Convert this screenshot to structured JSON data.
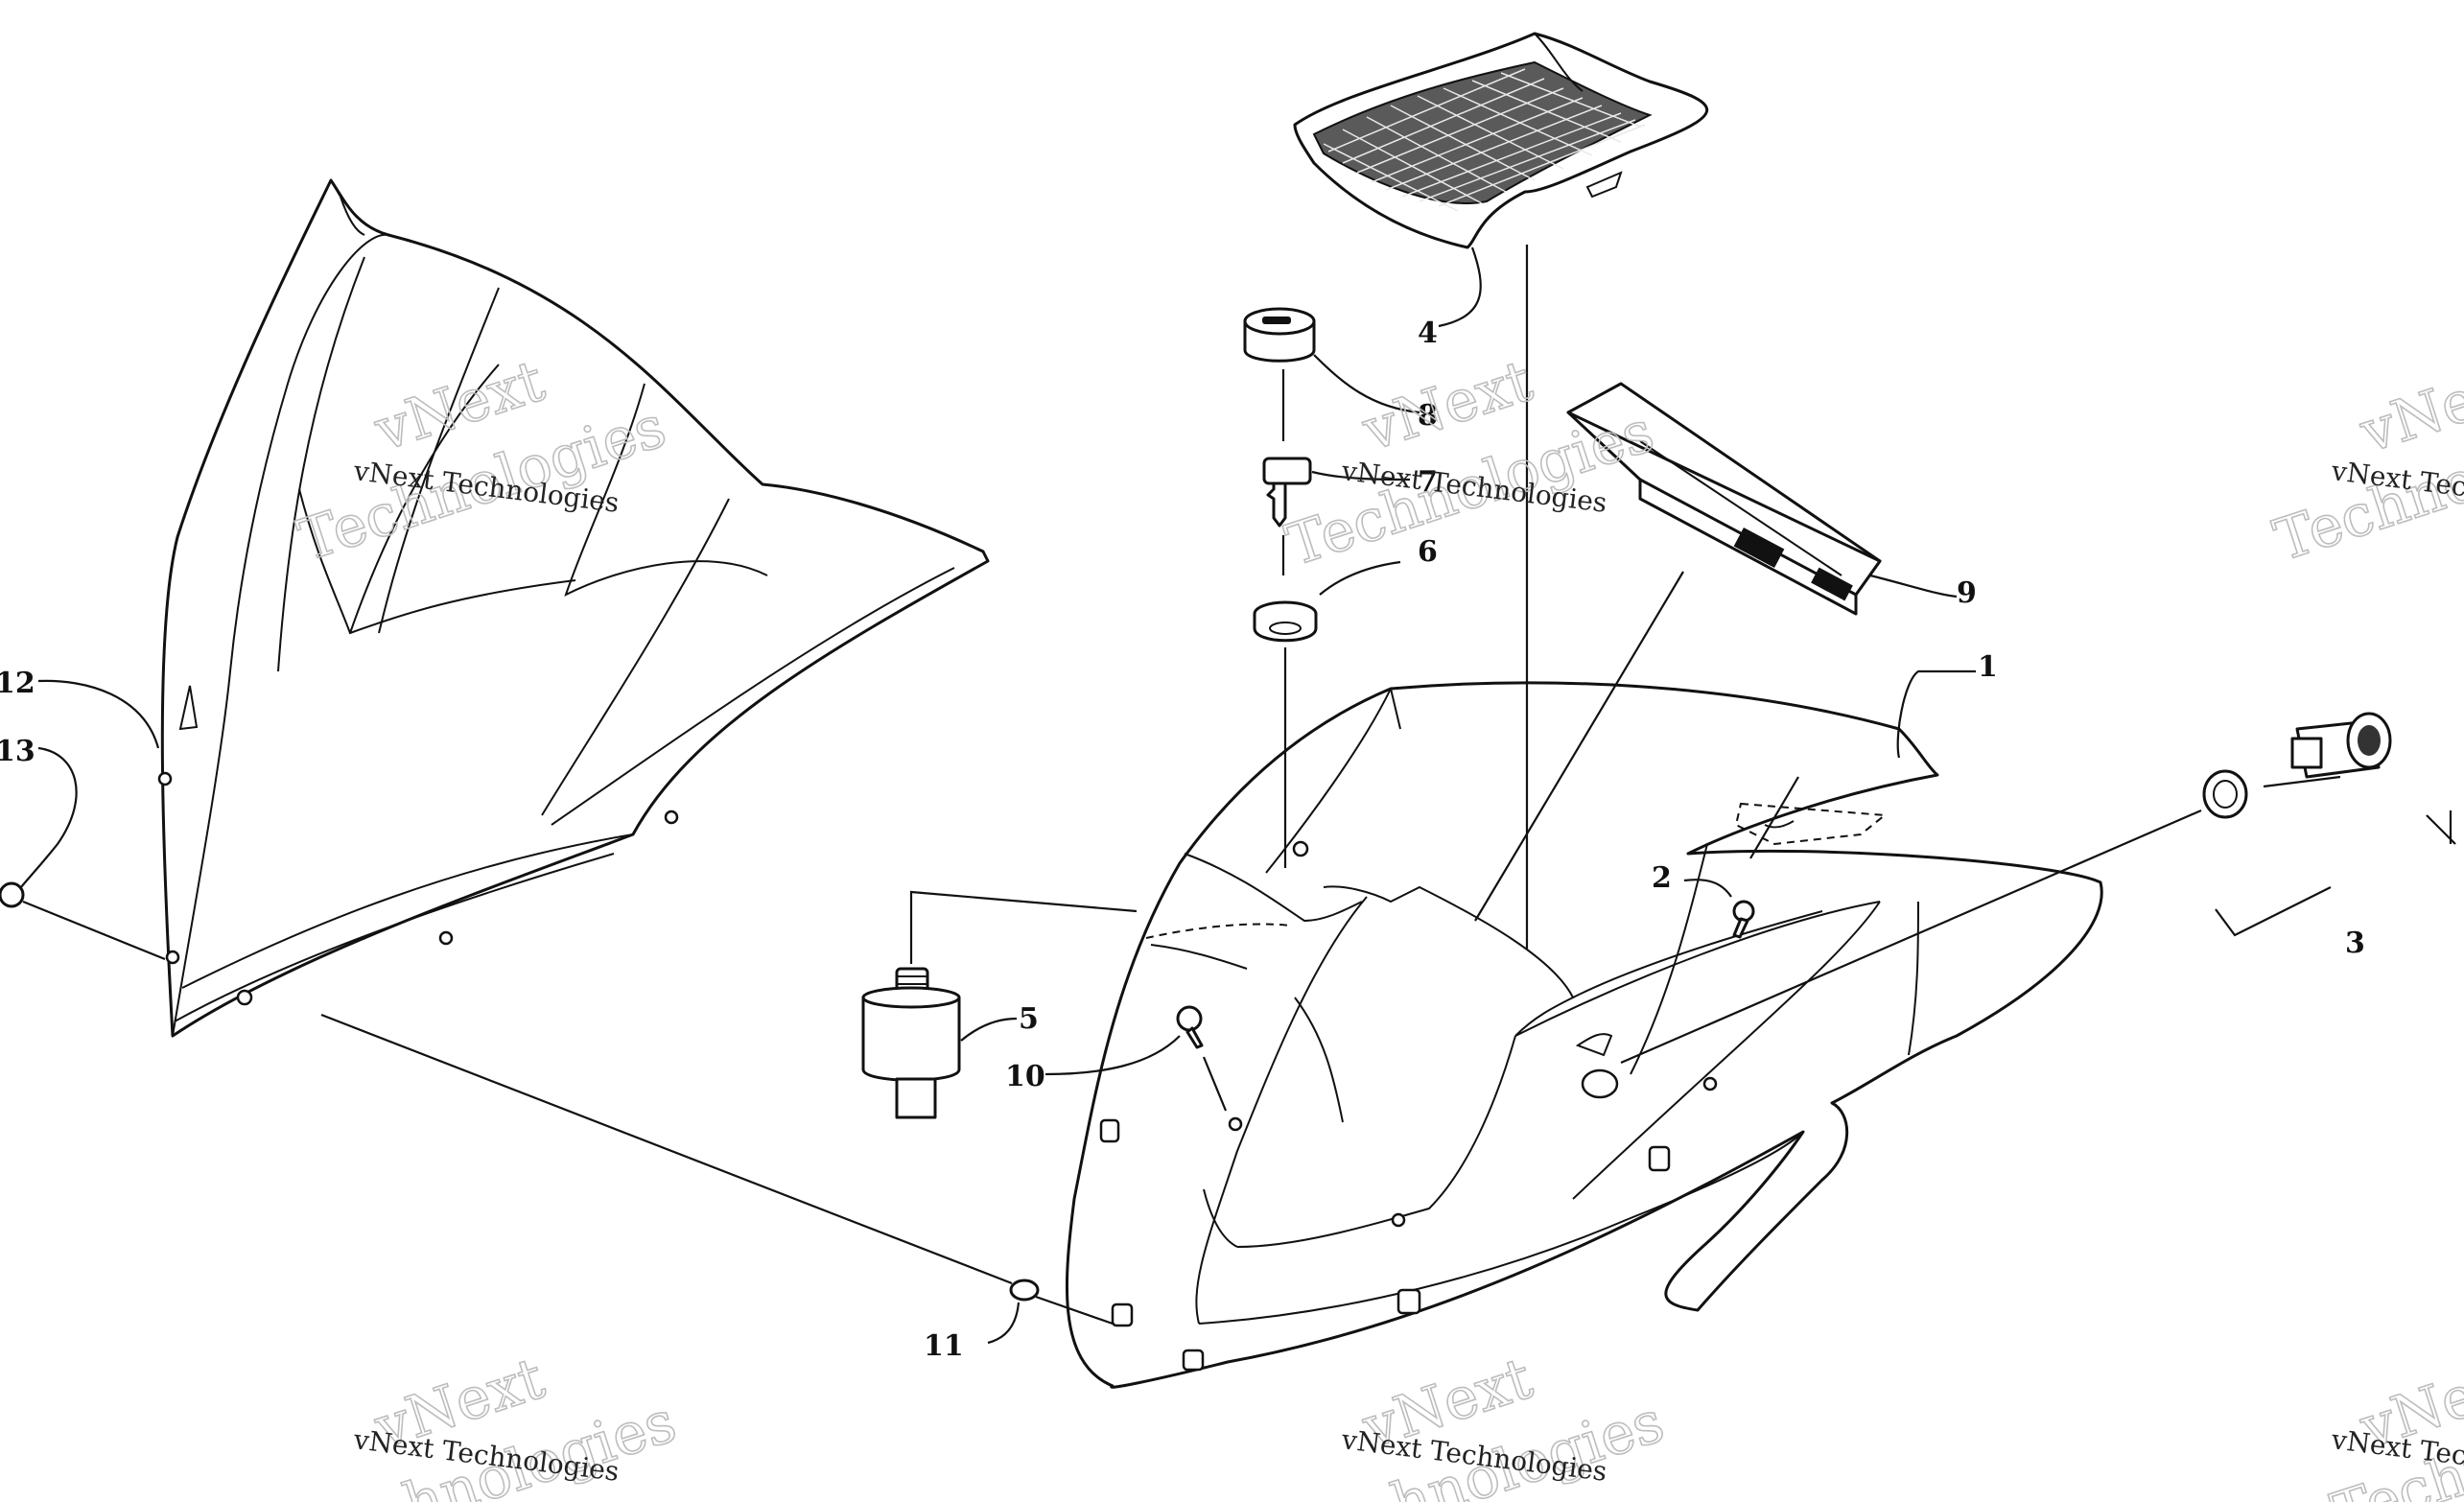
{
  "diagram": {
    "callouts": [
      "1",
      "2",
      "3",
      "4",
      "5",
      "6",
      "7",
      "8",
      "9",
      "10",
      "11",
      "12",
      "13"
    ],
    "watermark": {
      "line": "vNext Technologies",
      "big_top": "vNext",
      "big_bottom": "Technologies",
      "big_bottom_cut": "hnologies",
      "edge_top": "vNe",
      "edge_bottom": "Technol",
      "edge_line": "vNext Tec",
      "edge_bottom_cut": "Technol"
    }
  }
}
